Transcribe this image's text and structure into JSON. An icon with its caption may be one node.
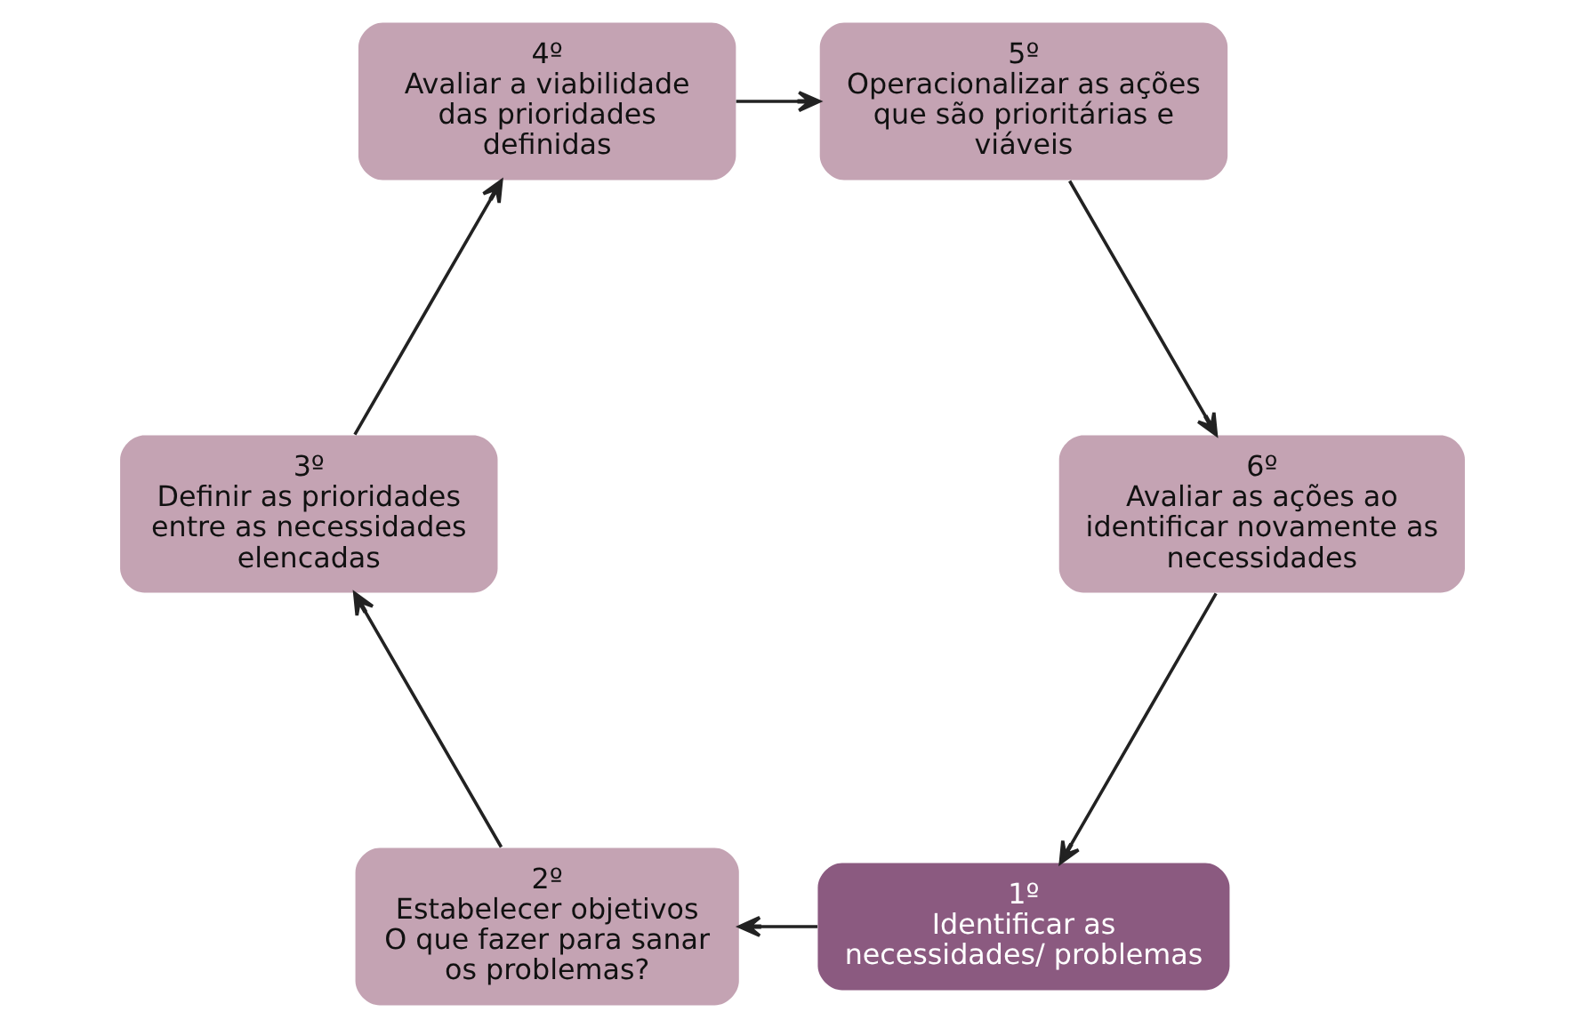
{
  "diagram": {
    "nodes": [
      {
        "text": [
          "1º",
          "Identificar as necessidades/ problemas"
        ]
      },
      {
        "text": [
          "2º",
          "Estabelecer objetivos",
          "O que fazer para sanar os problemas?"
        ]
      },
      {
        "text": [
          "3º",
          "Definir as prioridades entre as necessidades elencadas"
        ]
      },
      {
        "text": [
          "4º",
          "Avaliar a viabilidade das prioridades definidas"
        ]
      },
      {
        "text": [
          "5º",
          "Operacionalizar as ações que são prioritárias e viáveis"
        ]
      },
      {
        "text": [
          "6º",
          "Avaliar as ações ao identificar novamente as necessidades"
        ]
      }
    ],
    "edges": [
      {
        "from": 0,
        "to": 1,
        "arrow": "to"
      },
      {
        "from": 1,
        "to": 2,
        "arrow": "to"
      },
      {
        "from": 2,
        "to": 3,
        "arrow": "to"
      },
      {
        "from": 3,
        "to": 4,
        "arrow": "to"
      },
      {
        "from": 4,
        "to": 5,
        "arrow": "to"
      },
      {
        "from": 5,
        "to": 0,
        "arrow": "to"
      }
    ]
  }
}
